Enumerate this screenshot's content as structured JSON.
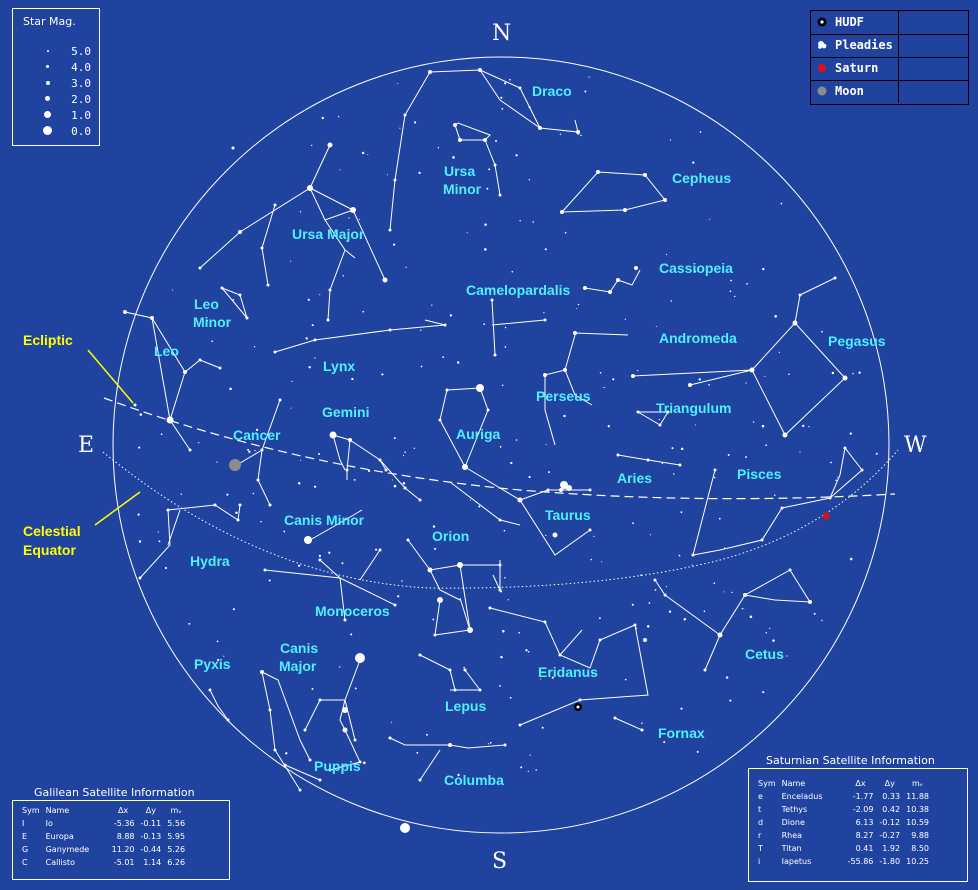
{
  "directions": {
    "north": "N",
    "south": "S",
    "east": "E",
    "west": "W"
  },
  "annotations": {
    "ecliptic": "Ecliptic",
    "celestial_equator_line1": "Celestial",
    "celestial_equator_line2": "Equator"
  },
  "constellations": [
    {
      "id": "draco",
      "name": "Draco"
    },
    {
      "id": "ursa-minor-1",
      "name": "Ursa"
    },
    {
      "id": "ursa-minor-2",
      "name": "Minor"
    },
    {
      "id": "cepheus",
      "name": "Cepheus"
    },
    {
      "id": "ursa-major",
      "name": "Ursa Major"
    },
    {
      "id": "cassiopeia",
      "name": "Cassiopeia"
    },
    {
      "id": "camelopardalis",
      "name": "Camelopardalis"
    },
    {
      "id": "leo-minor-1",
      "name": "Leo"
    },
    {
      "id": "leo-minor-2",
      "name": "Minor"
    },
    {
      "id": "andromeda",
      "name": "Andromeda"
    },
    {
      "id": "pegasus",
      "name": "Pegasus"
    },
    {
      "id": "leo",
      "name": "Leo"
    },
    {
      "id": "lynx",
      "name": "Lynx"
    },
    {
      "id": "perseus",
      "name": "Perseus"
    },
    {
      "id": "triangulum",
      "name": "Triangulum"
    },
    {
      "id": "gemini",
      "name": "Gemini"
    },
    {
      "id": "cancer",
      "name": "Cancer"
    },
    {
      "id": "auriga",
      "name": "Auriga"
    },
    {
      "id": "aries",
      "name": "Aries"
    },
    {
      "id": "pisces",
      "name": "Pisces"
    },
    {
      "id": "taurus",
      "name": "Taurus"
    },
    {
      "id": "canis-minor",
      "name": "Canis Minor"
    },
    {
      "id": "orion",
      "name": "Orion"
    },
    {
      "id": "hydra",
      "name": "Hydra"
    },
    {
      "id": "monoceros",
      "name": "Monoceros"
    },
    {
      "id": "canis-major-1",
      "name": "Canis"
    },
    {
      "id": "canis-major-2",
      "name": "Major"
    },
    {
      "id": "cetus",
      "name": "Cetus"
    },
    {
      "id": "pyxis",
      "name": "Pyxis"
    },
    {
      "id": "eridanus",
      "name": "Eridanus"
    },
    {
      "id": "lepus",
      "name": "Lepus"
    },
    {
      "id": "fornax",
      "name": "Fornax"
    },
    {
      "id": "puppis",
      "name": "Puppis"
    },
    {
      "id": "columba",
      "name": "Columba"
    }
  ],
  "star_magnitude": {
    "title": "Star Mag.",
    "levels": [
      "5.0",
      "4.0",
      "3.0",
      "2.0",
      "1.0",
      "0.0"
    ]
  },
  "legend": [
    {
      "label": "HUDF",
      "icon": "hudf-icon",
      "color": "#000000"
    },
    {
      "label": "Pleadies",
      "icon": "pleiades-icon",
      "color": "#ffffff"
    },
    {
      "label": "Saturn",
      "icon": "saturn-icon",
      "color": "#e01010"
    },
    {
      "label": "Moon",
      "icon": "moon-icon",
      "color": "#8c8c8c"
    }
  ],
  "galilean": {
    "title": "Galilean Satellite Information",
    "headers": [
      "Sym",
      "Name",
      "Δx",
      "Δy",
      "mᵥ"
    ],
    "rows": [
      [
        "I",
        "Io",
        "-5.36",
        "-0.11",
        "5.56"
      ],
      [
        "E",
        "Europa",
        "8.88",
        "-0.13",
        "5.95"
      ],
      [
        "G",
        "Ganymede",
        "11.20",
        "-0.44",
        "5.26"
      ],
      [
        "C",
        "Callisto",
        "-5.01",
        "1.14",
        "6.26"
      ]
    ]
  },
  "saturnian": {
    "title": "Saturnian Satellite Information",
    "headers": [
      "Sym",
      "Name",
      "Δx",
      "Δy",
      "mᵥ"
    ],
    "rows": [
      [
        "e",
        "Enceladus",
        "-1.77",
        "0.33",
        "11.88"
      ],
      [
        "t",
        "Tethys",
        "-2.09",
        "0.42",
        "10.38"
      ],
      [
        "d",
        "Dione",
        "6.13",
        "-0.12",
        "10.59"
      ],
      [
        "r",
        "Rhea",
        "8.27",
        "-0.27",
        "9.88"
      ],
      [
        "T",
        "Titan",
        "0.41",
        "1.92",
        "8.50"
      ],
      [
        "i",
        "Iapetus",
        "-55.86",
        "-1.80",
        "10.25"
      ]
    ]
  },
  "colors": {
    "sky": "#2143a0",
    "lines": "#ffffff",
    "labels": "#4ef0ff",
    "annotations": "#ffff00",
    "saturn": "#e01010",
    "moon": "#8c8c8c"
  }
}
